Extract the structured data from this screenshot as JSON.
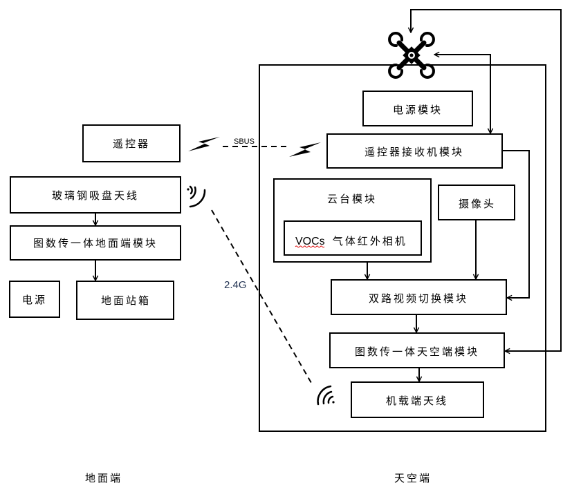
{
  "ground": {
    "title": "地面端",
    "remote_controller": "遥控器",
    "antenna": "玻璃钢吸盘天线",
    "ground_module": "图数传一体地面端模块",
    "power": "电源",
    "station_box": "地面站箱"
  },
  "air": {
    "title": "天空端",
    "power_module": "电源模块",
    "receiver_module": "遥控器接收机模块",
    "gimbal_module": "云台模块",
    "ir_camera_prefix": "VOCs",
    "ir_camera_suffix": "气体红外相机",
    "camera": "摄像头",
    "video_switch": "双路视频切换模块",
    "air_module": "图数传一体天空端模块",
    "airborne_antenna": "机载端天线"
  },
  "links": {
    "sbus_label": "SBUS",
    "wireless_label": "2.4G"
  },
  "icons": {
    "drone": "drone-icon",
    "lightning": "lightning-bolt-icon",
    "wifi": "wireless-signal-icon"
  }
}
